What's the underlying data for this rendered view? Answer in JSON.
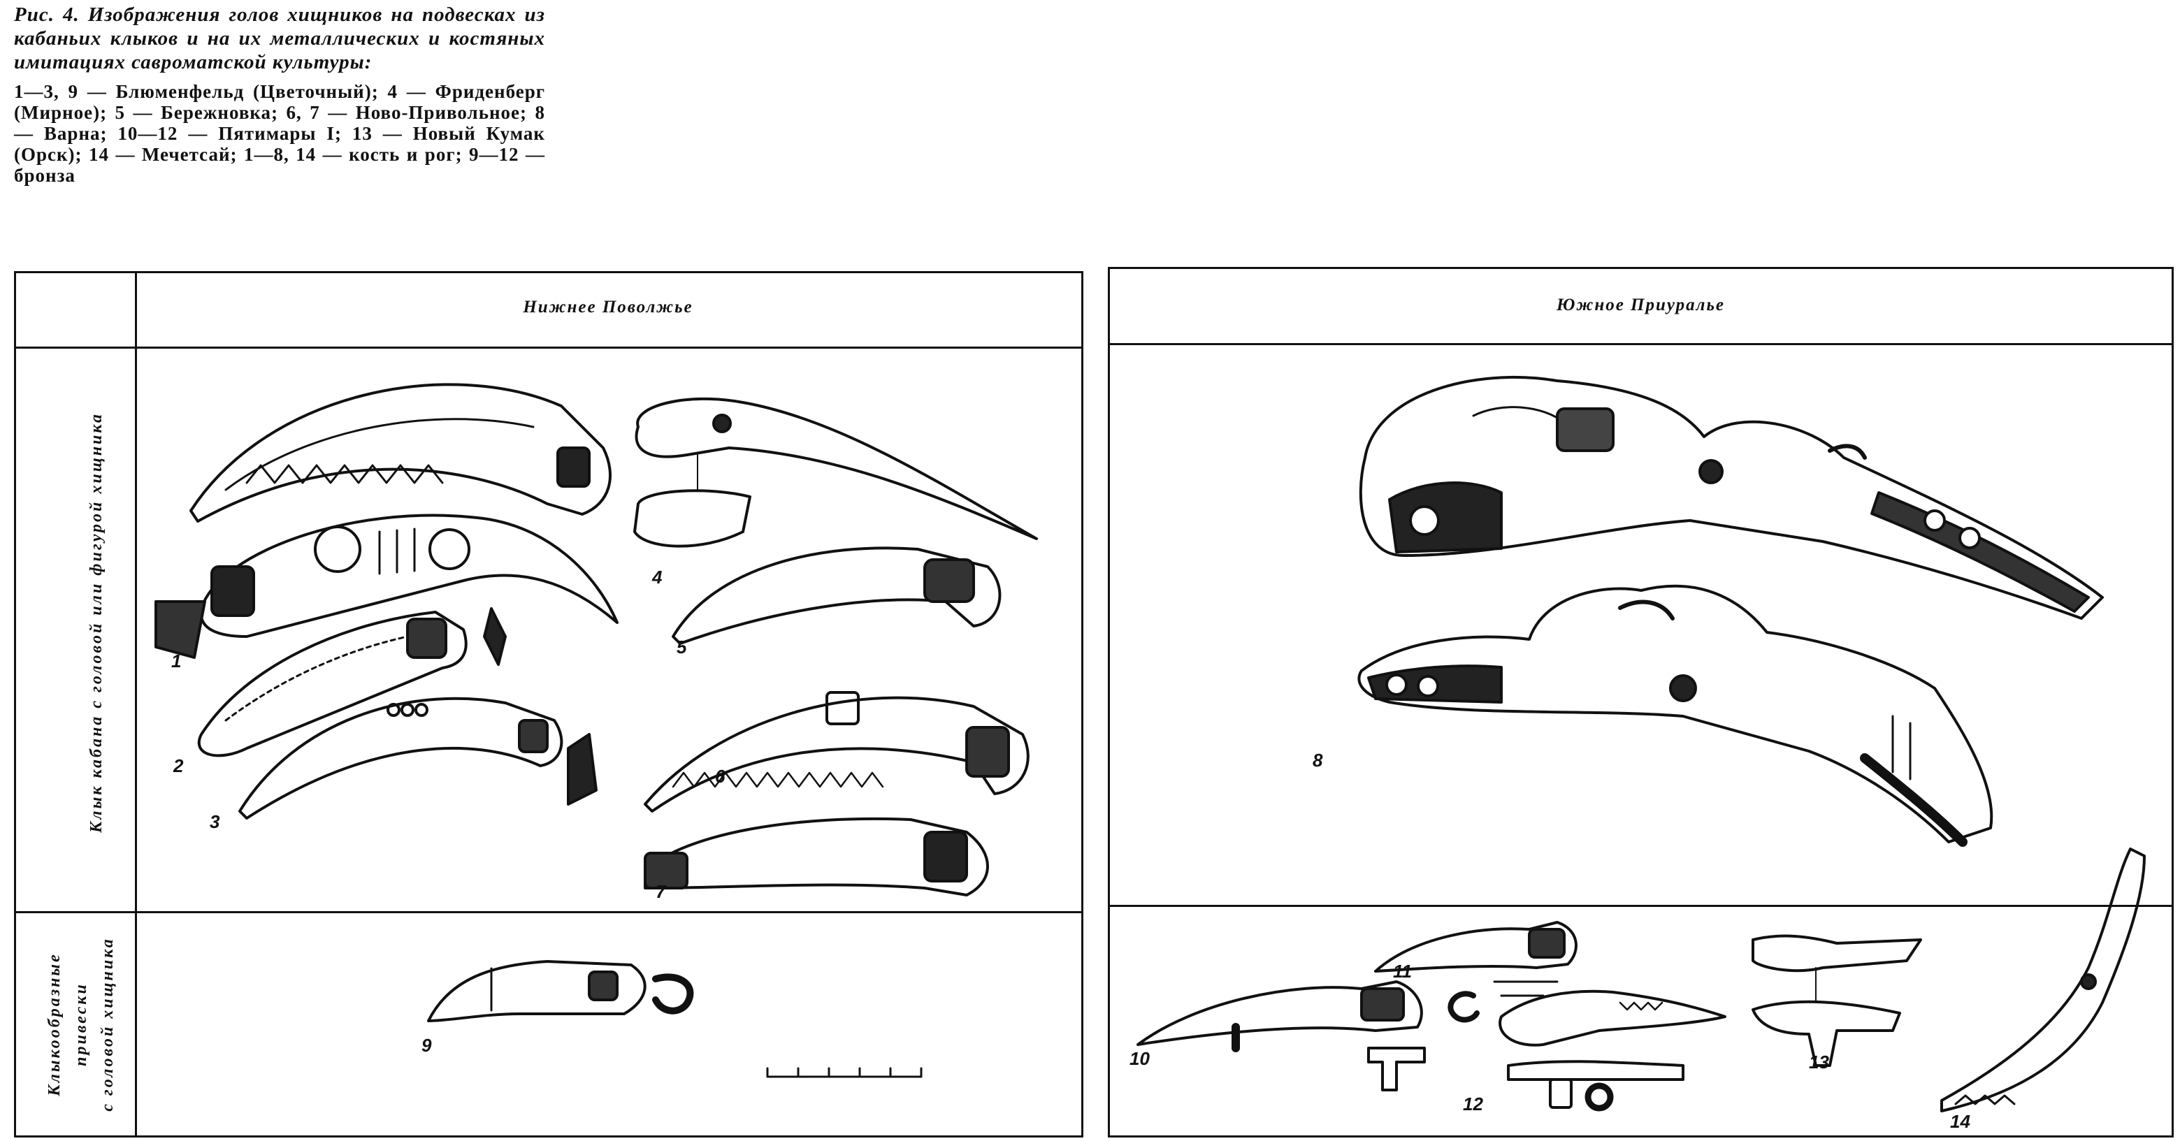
{
  "caption": {
    "title": "Рис. 4. Изображения голов хищников на подвесках из кабаньих клыков и на их металлических и костяных имитациях савроматской культуры:",
    "legend": "1—3, 9 — Блюменфельд (Цветочный); 4 — Фриденберг (Мирное); 5 — Бережновка; 6, 7 — Ново-Привольное; 8 — Варна; 10—12 — Пятимары I; 13 — Новый Кумак (Орск); 14 — Мечетсай; 1—8, 14 — кость и рог; 9—12 — бронза"
  },
  "regions": {
    "left": "Нижнее Поволжье",
    "right": "Южное Приуралье"
  },
  "row_labels": {
    "top": "Клык кабана с головой или фигурой хищника",
    "bottom_line1": "Клыкообразные",
    "bottom_line2": "привески",
    "bottom_line3": "с головой хищника"
  },
  "figure_numbers": [
    "1",
    "2",
    "3",
    "4",
    "5",
    "6",
    "7",
    "8",
    "9",
    "10",
    "11",
    "12",
    "13",
    "14"
  ]
}
